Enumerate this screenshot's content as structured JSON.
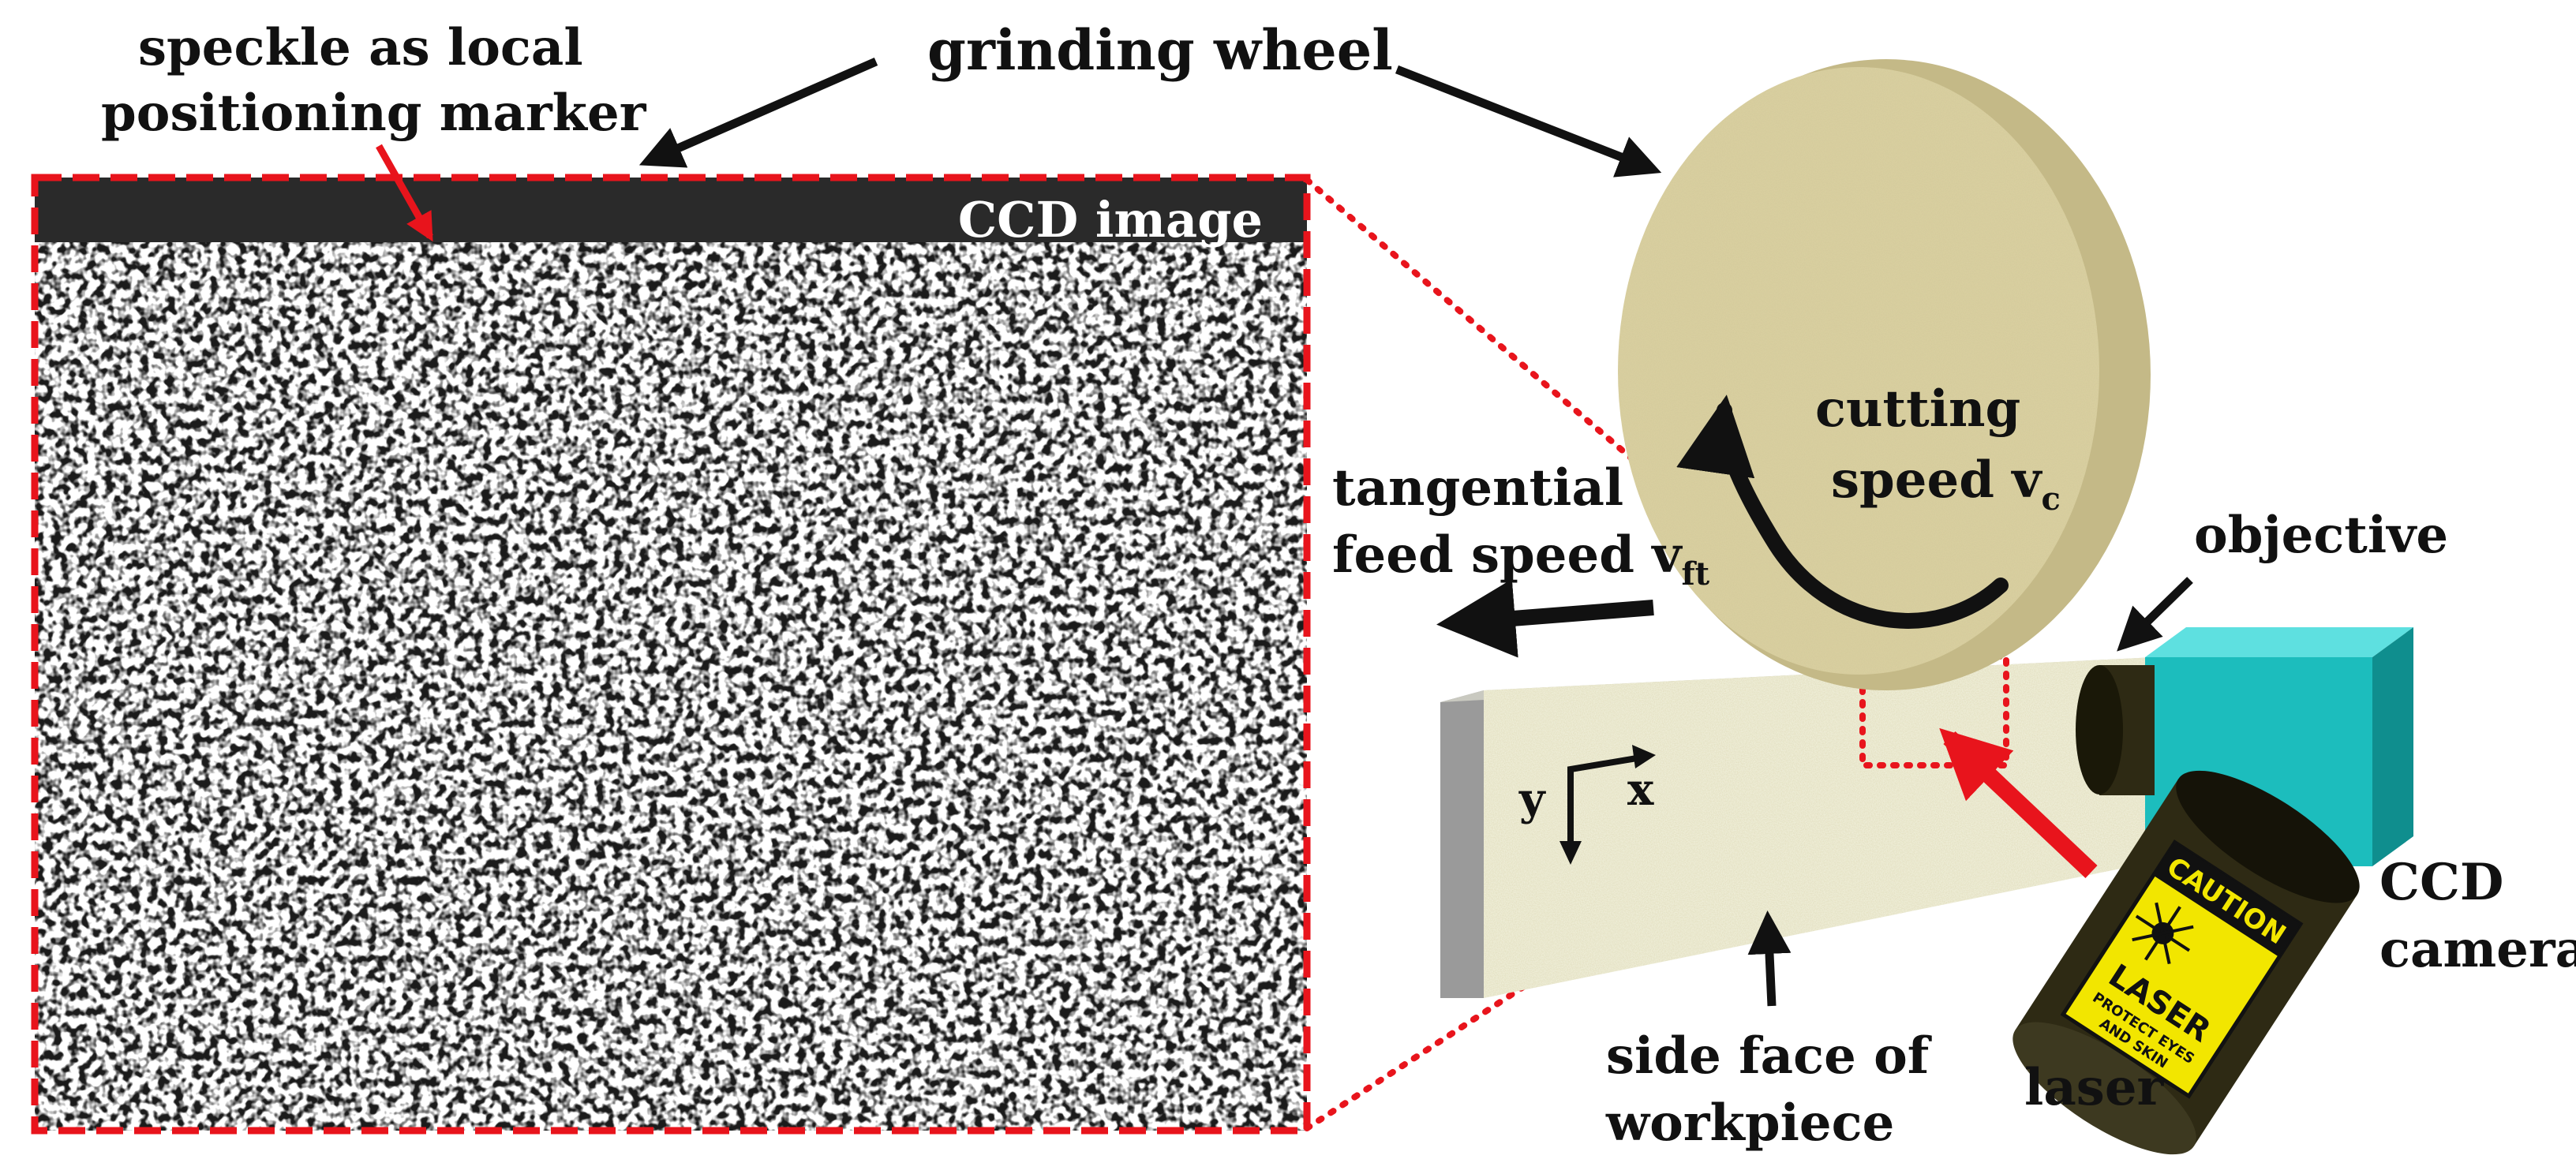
{
  "labels": {
    "speckle_line1": "speckle as local",
    "speckle_line2": "positioning marker",
    "grinding_wheel": "grinding wheel",
    "ccd_image": "CCD image",
    "cutting_line1": "cutting",
    "cutting_line2_main": "speed v",
    "cutting_line2_sub": "c",
    "tangential_line1": "tangential",
    "tangential_line2_main": "feed speed v",
    "tangential_line2_sub": "ft",
    "objective": "objective",
    "ccd_camera_line1": "CCD",
    "ccd_camera_line2": "camera",
    "laser": "laser",
    "side_face_line1": "side face of",
    "side_face_line2": "workpiece",
    "axis_y": "y",
    "axis_x": "x"
  },
  "laser_sign": {
    "caution": "CAUTION",
    "laser": "LASER",
    "protect_line1": "PROTECT EYES",
    "protect_line2": "AND SKIN"
  },
  "colors": {
    "frame_red": "#e8141c",
    "wheel": "#d9cfa0",
    "wheel_side": "#c4b987",
    "workpiece": "#efeed8",
    "workpiece_side": "#9a9a9a",
    "camera": "#1cbdbd",
    "laser_body": "#2e2a14",
    "caution_yellow": "#f2e600",
    "speckle_dark": "#1a1a1a"
  }
}
